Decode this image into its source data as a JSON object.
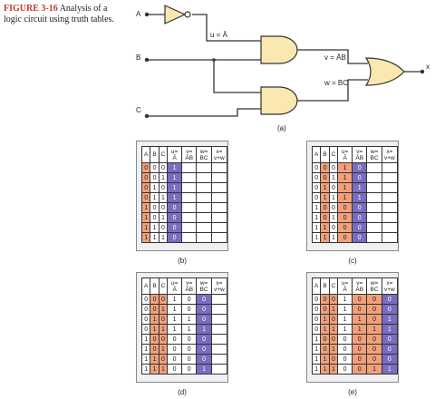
{
  "figure": {
    "label": "FIGURE 3-16",
    "caption": "Analysis of a logic circuit using truth tables."
  },
  "circuit": {
    "input_a": "A",
    "input_b": "B",
    "input_c": "C",
    "output_x": "x",
    "label_u": "u = Ā",
    "label_v": "v = ĀB",
    "label_w": "w = BC",
    "sublabel": "(a)"
  },
  "table_headers": [
    "A",
    "B",
    "C",
    "u=|Ā",
    "v=|ĀB",
    "w=|BC",
    "x=|v+w"
  ],
  "inputs": [
    [
      "0",
      "0",
      "0"
    ],
    [
      "0",
      "0",
      "1"
    ],
    [
      "0",
      "1",
      "0"
    ],
    [
      "0",
      "1",
      "1"
    ],
    [
      "1",
      "0",
      "0"
    ],
    [
      "1",
      "0",
      "1"
    ],
    [
      "1",
      "1",
      "0"
    ],
    [
      "1",
      "1",
      "1"
    ]
  ],
  "tables": [
    {
      "label": "(b)",
      "u": [
        "1",
        "1",
        "1",
        "1",
        "0",
        "0",
        "0",
        "0"
      ],
      "v": [],
      "w": [],
      "x": []
    },
    {
      "label": "(c)",
      "u": [
        "1",
        "1",
        "1",
        "1",
        "0",
        "0",
        "0",
        "0"
      ],
      "v": [
        "0",
        "0",
        "1",
        "1",
        "0",
        "0",
        "0",
        "0"
      ],
      "w": [],
      "x": []
    },
    {
      "label": "(d)",
      "u": [
        "1",
        "1",
        "1",
        "1",
        "0",
        "0",
        "0",
        "0"
      ],
      "v": [
        "0",
        "0",
        "1",
        "1",
        "0",
        "0",
        "0",
        "0"
      ],
      "w": [
        "0",
        "0",
        "0",
        "1",
        "0",
        "0",
        "0",
        "1"
      ],
      "x": []
    },
    {
      "label": "(e)",
      "u": [
        "1",
        "1",
        "1",
        "1",
        "0",
        "0",
        "0",
        "0"
      ],
      "v": [
        "0",
        "0",
        "1",
        "1",
        "0",
        "0",
        "0",
        "0"
      ],
      "w": [
        "0",
        "0",
        "0",
        "1",
        "0",
        "0",
        "0",
        "1"
      ],
      "x": [
        "0",
        "0",
        "1",
        "1",
        "0",
        "0",
        "0",
        "1"
      ]
    }
  ]
}
